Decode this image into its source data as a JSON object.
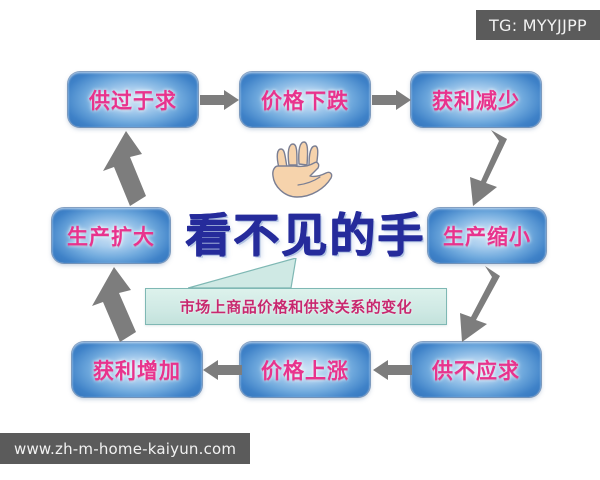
{
  "diagram": {
    "center": {
      "title": "看不见的手",
      "hand_icon": "open-hand-icon",
      "title_color": "#252b9b"
    },
    "caption": {
      "text": "市场上商品价格和供求关系的变化",
      "background_color": "#cfe9e4",
      "border_color": "#7fb8b4",
      "text_color": "#c8286f"
    },
    "node_style": {
      "fill_color": "#3f82c8",
      "text_color": "#e8338d"
    },
    "arrow_color": "#7d7d7d",
    "nodes": [
      {
        "id": "oversupply",
        "label": "供过于求"
      },
      {
        "id": "price-fall",
        "label": "价格下跌"
      },
      {
        "id": "profit-down",
        "label": "获利减少"
      },
      {
        "id": "production-down",
        "label": "生产缩小"
      },
      {
        "id": "undersupply",
        "label": "供不应求"
      },
      {
        "id": "price-rise",
        "label": "价格上涨"
      },
      {
        "id": "profit-up",
        "label": "获利增加"
      },
      {
        "id": "production-up",
        "label": "生产扩大"
      }
    ],
    "arrows": [
      {
        "id": "oversupply-to-price-fall",
        "direction": "right"
      },
      {
        "id": "price-fall-to-profit-down",
        "direction": "right"
      },
      {
        "id": "profit-down-to-production-down",
        "direction": "down-left-diagonal"
      },
      {
        "id": "production-down-to-undersupply",
        "direction": "down-left-diagonal"
      },
      {
        "id": "undersupply-to-price-rise",
        "direction": "left"
      },
      {
        "id": "price-rise-to-profit-up",
        "direction": "left"
      },
      {
        "id": "profit-up-to-production-up",
        "direction": "up-right-diagonal"
      },
      {
        "id": "production-up-to-oversupply",
        "direction": "up-right-diagonal"
      }
    ]
  },
  "watermarks": {
    "telegram": "TG: MYYJJPP",
    "url": "www.zh-m-home-kaiyun.com",
    "background_color": "#5b5b5b",
    "text_color": "#f2f2f2"
  }
}
